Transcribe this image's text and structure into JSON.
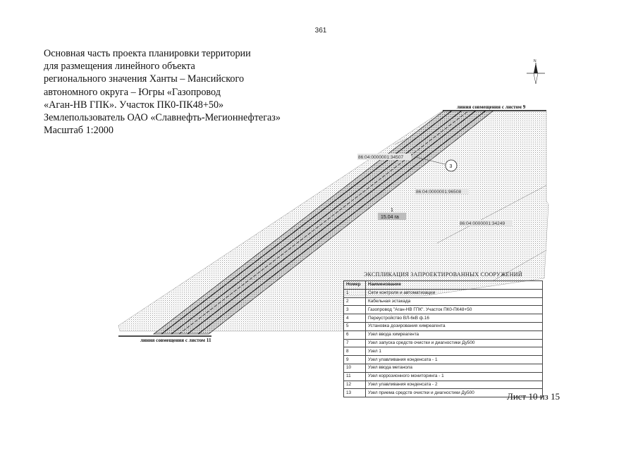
{
  "page_number": "361",
  "title_lines": [
    "Основная часть проекта планировки территории",
    "для размещения линейного объекта",
    "регионального значения Ханты – Мансийского",
    "автономного округа – Югры «Газопровод",
    "«Аган-НВ ГПК». Участок ПК0-ПК48+50»",
    "Землепользователь ОАО «Славнефть-Мегионнефтегаз»",
    "Масштаб 1:2000"
  ],
  "map": {
    "north_label": "N",
    "seam_top": "линия совмещения с листом 9",
    "seam_bottom": "линия совмещения с листом 11",
    "parcel_labels": [
      "86:04:0000001:34507",
      "86:04:0000001:96508",
      "86:04:0000001:34249"
    ],
    "circle_label": "3",
    "zone_number": "1",
    "zone_area": "15.04 га"
  },
  "legend": {
    "title": "ЭКСПЛИКАЦИЯ ЗАПРОЕКТИРОВАННЫХ СООРУЖЕНИЙ",
    "headers": [
      "Номер",
      "Наименование"
    ],
    "rows": [
      [
        "1",
        "Сети контроля и  автоматизации"
      ],
      [
        "2",
        "Кабельная эстакада"
      ],
      [
        "3",
        "Газопровод \"Аган-НВ ГПК\". Участок ПК0-ПК48+50"
      ],
      [
        "4",
        "Переустройство ВЛ-6кВ ф.16"
      ],
      [
        "5",
        "Установка дозирования химреагента"
      ],
      [
        "6",
        "Узел ввода химреагента"
      ],
      [
        "7",
        "Узел запуска средств очистки и диагностики Ду500"
      ],
      [
        "8",
        "Узел 1"
      ],
      [
        "9",
        "Узел улавливания конденсата - 1"
      ],
      [
        "10",
        "Узел ввода метанола"
      ],
      [
        "11",
        "Узел коррозионного мониторинга - 1"
      ],
      [
        "12",
        "Узел улавливания конденсата - 2"
      ],
      [
        "13",
        "Узел приема средств очистки и диагностики Ду500"
      ]
    ]
  },
  "sheet_label": "Лист 10 из 15"
}
